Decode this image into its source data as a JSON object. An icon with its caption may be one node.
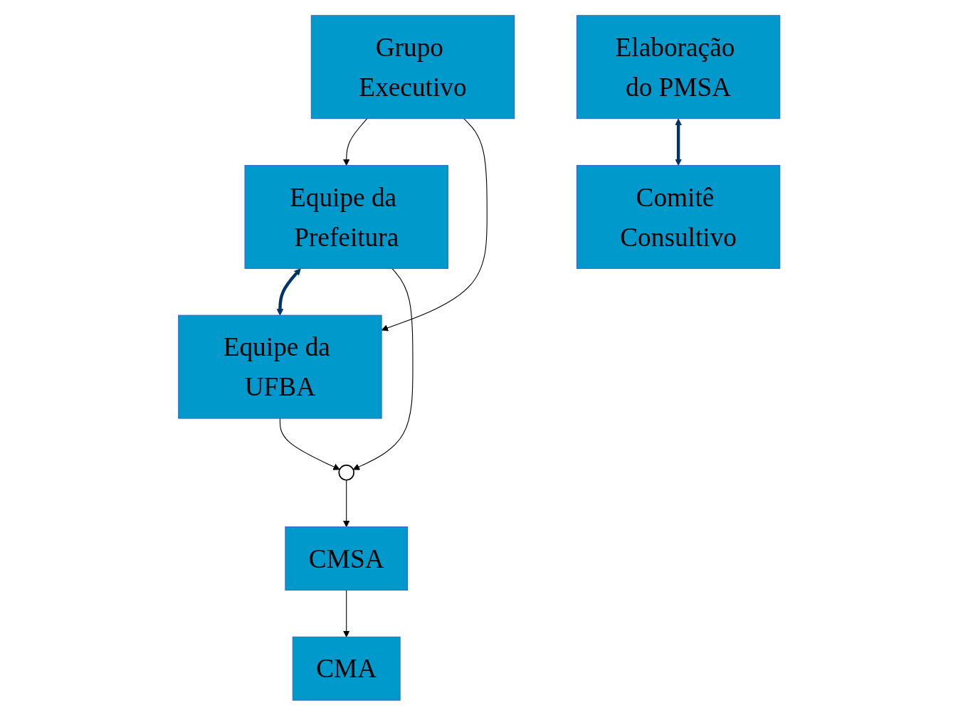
{
  "diagram": {
    "nodes": [
      {
        "text": [
          "Grupo Executivo"
        ]
      },
      {
        "text": [
          "Equipe da Prefeitura"
        ]
      },
      {
        "text": [
          "Equipe da UFBA"
        ]
      },
      {
        "text": [],
        "shape": "ellipse"
      },
      {
        "text": [
          "Elaboração do PMSA"
        ]
      },
      {
        "text": [
          "Comitê Consultivo"
        ]
      },
      {
        "text": [
          "CMSA"
        ]
      },
      {
        "text": [
          "CMA"
        ]
      }
    ],
    "edges": [
      {
        "from": 0,
        "to": 1,
        "arrow": "to"
      },
      {
        "from": 0,
        "to": 2,
        "arrow": "to"
      },
      {
        "from": 1,
        "to": 2,
        "arrow": "both",
        "style": "thick",
        "color": "#003366"
      },
      {
        "from": 1,
        "to": 3,
        "arrow": "to"
      },
      {
        "from": 2,
        "to": 3,
        "arrow": "to"
      },
      {
        "from": 4,
        "to": 5,
        "arrow": "both",
        "style": "thick",
        "color": "#003366"
      },
      {
        "from": 3,
        "to": 6,
        "arrow": "to"
      },
      {
        "from": 6,
        "to": 7,
        "arrow": "to"
      }
    ]
  }
}
